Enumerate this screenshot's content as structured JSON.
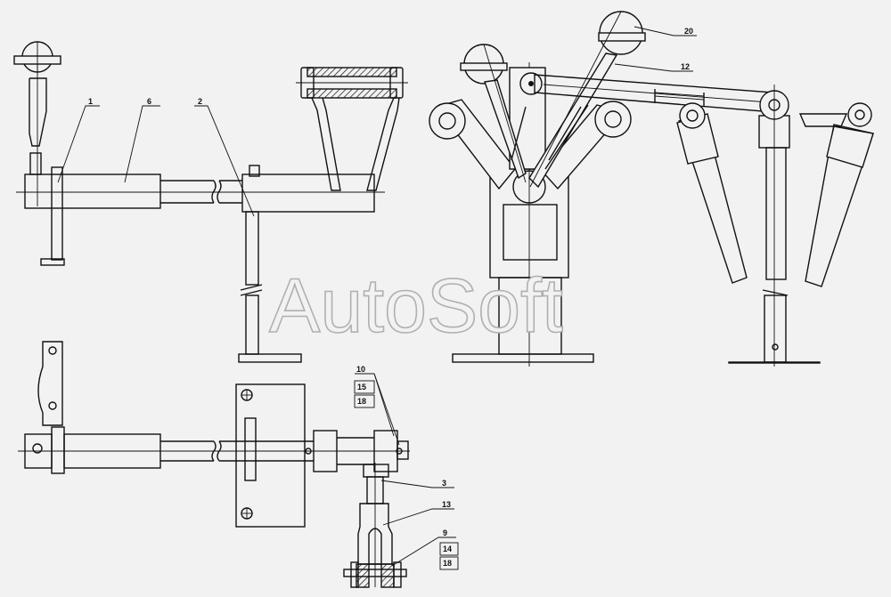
{
  "watermark": "AutoSoft",
  "labels": {
    "l1": "1",
    "l6": "6",
    "l2": "2",
    "l20": "20",
    "l12": "12",
    "l10": "10",
    "l15": "15",
    "l18a": "18",
    "l3": "3",
    "l13": "13",
    "l9": "9",
    "l14": "14",
    "l18b": "18"
  }
}
